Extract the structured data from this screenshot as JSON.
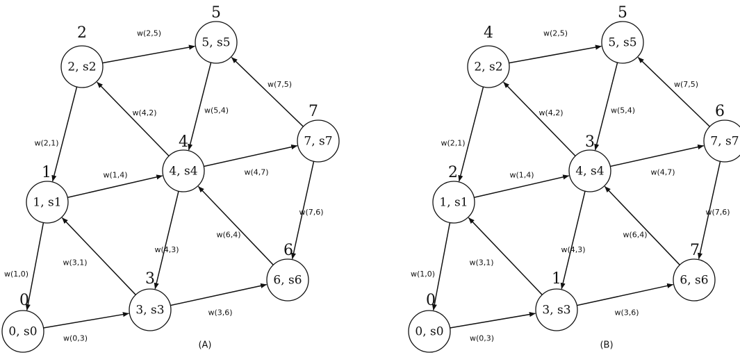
{
  "nodes": [
    {
      "id": 0,
      "label": "0, s0"
    },
    {
      "id": 1,
      "label": "1, s1"
    },
    {
      "id": 2,
      "label": "2, s2"
    },
    {
      "id": 3,
      "label": "3, s3"
    },
    {
      "id": 4,
      "label": "4, s4"
    },
    {
      "id": 5,
      "label": "5, s5"
    },
    {
      "id": 6,
      "label": "6, s6"
    },
    {
      "id": 7,
      "label": "7, s7"
    }
  ],
  "edges": [
    {
      "from": 0,
      "to": 3,
      "label": "w(0,3)"
    },
    {
      "from": 1,
      "to": 0,
      "label": "w(1,0)"
    },
    {
      "from": 3,
      "to": 1,
      "label": "w(3,1)"
    },
    {
      "from": 1,
      "to": 4,
      "label": "w(1,4)"
    },
    {
      "from": 2,
      "to": 1,
      "label": "w(2,1)"
    },
    {
      "from": 2,
      "to": 5,
      "label": "w(2,5)"
    },
    {
      "from": 4,
      "to": 2,
      "label": "w(4,2)"
    },
    {
      "from": 5,
      "to": 4,
      "label": "w(5,4)"
    },
    {
      "from": 4,
      "to": 3,
      "label": "w(4,3)"
    },
    {
      "from": 4,
      "to": 7,
      "label": "w(4,7)"
    },
    {
      "from": 7,
      "to": 5,
      "label": "w(7,5)"
    },
    {
      "from": 7,
      "to": 6,
      "label": "w(7,6)"
    },
    {
      "from": 6,
      "to": 4,
      "label": "w(6,4)"
    },
    {
      "from": 3,
      "to": 6,
      "label": "w(3,6)"
    }
  ],
  "panels": [
    {
      "caption": "(A)",
      "order": [
        "0",
        "1",
        "2",
        "3",
        "4",
        "5",
        "6",
        "7"
      ]
    },
    {
      "caption": "(B)",
      "order": [
        "0",
        "2",
        "4",
        "1",
        "3",
        "5",
        "7",
        "6"
      ]
    }
  ]
}
